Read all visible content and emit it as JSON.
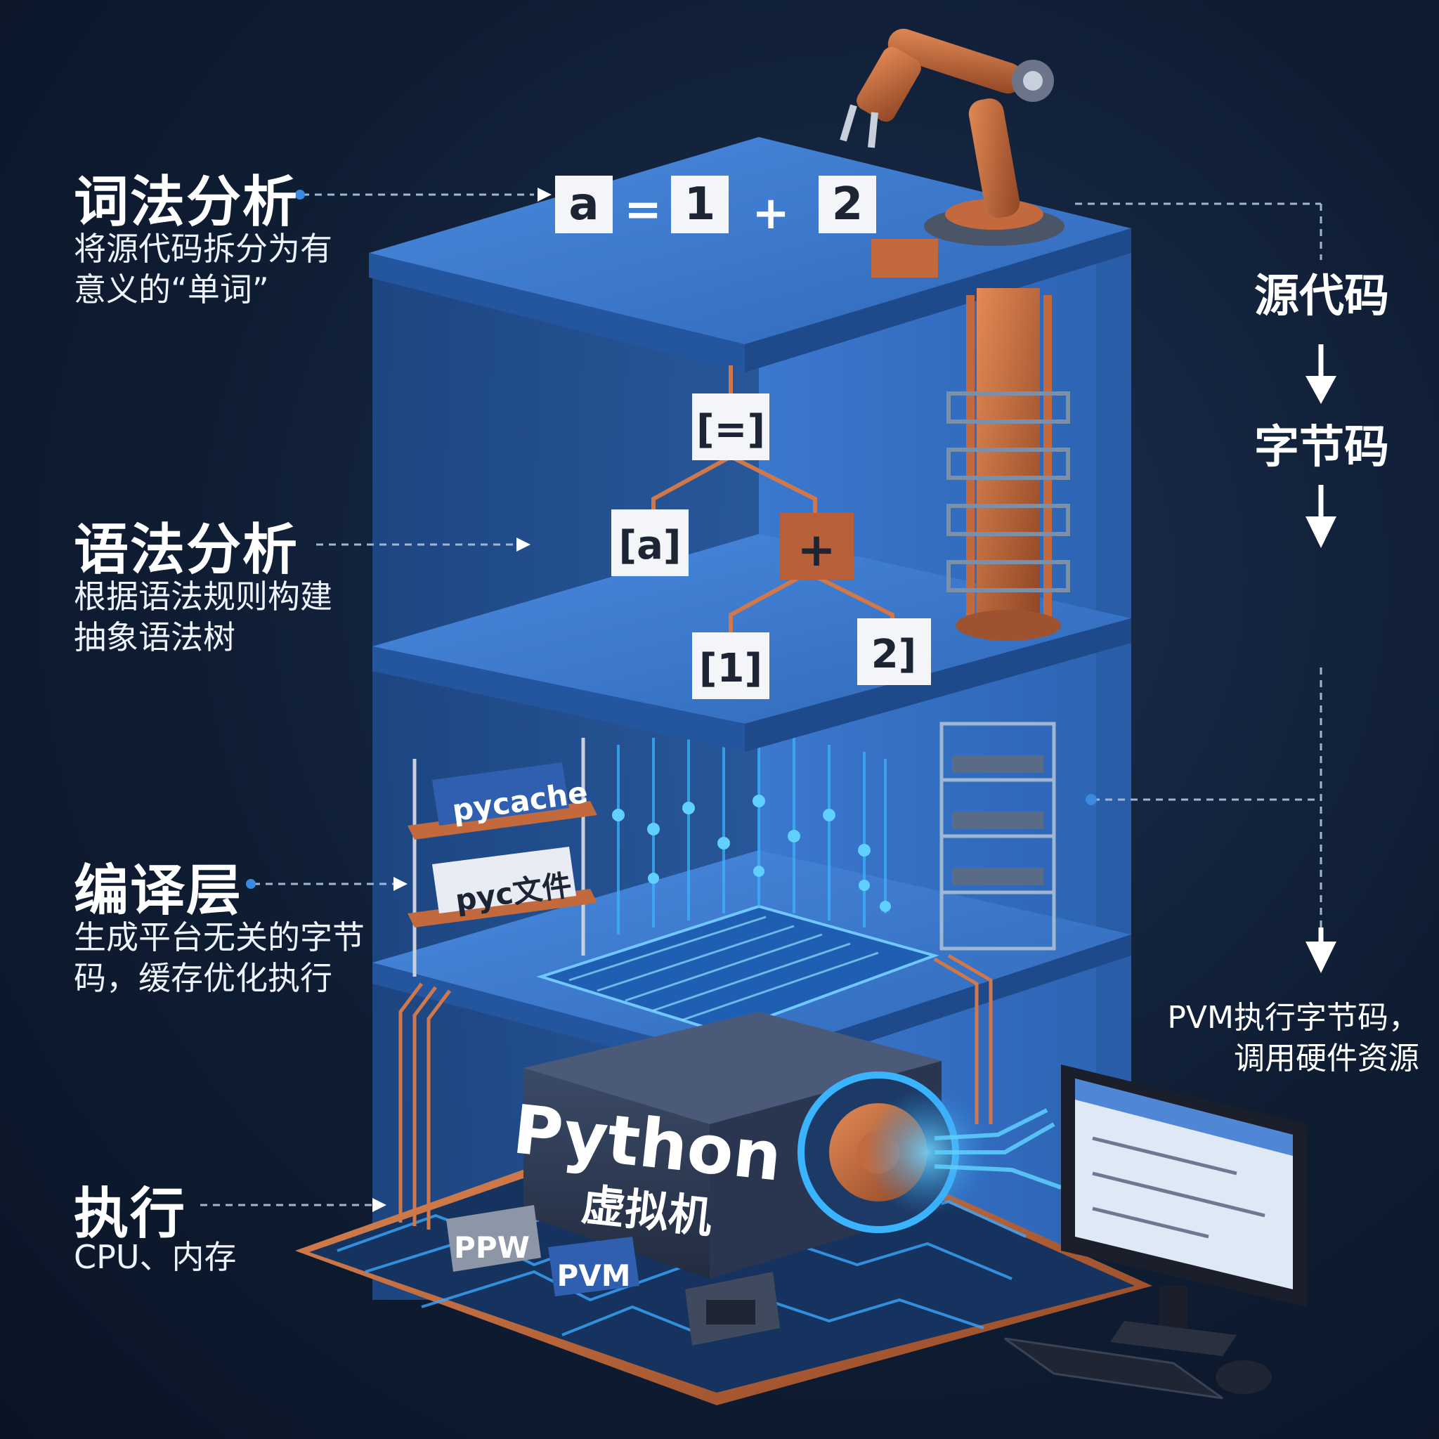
{
  "stages": [
    {
      "title": "词法分析",
      "desc": "将源代码拆分为有意义的“单词”"
    },
    {
      "title": "语法分析",
      "desc": "根据语法规则构建抽象语法树"
    },
    {
      "title": "编译层",
      "desc": "生成平台无关的字节码，缓存优化执行"
    },
    {
      "title": "执行",
      "desc": "CPU、内存"
    }
  ],
  "flow": {
    "source": "源代码",
    "bytecode": "字节码",
    "execute_note": "PVM执行字节码，调用硬件资源"
  },
  "tokens": [
    "a",
    "=",
    "1",
    "+",
    "2"
  ],
  "ast_nodes": {
    "root": "[=]",
    "left": "[a]",
    "op": "+",
    "n1": "[1]",
    "n2": "2]"
  },
  "cache": {
    "pycache": "pycache",
    "pyc": "pyc文件"
  },
  "vm": {
    "name": "Python",
    "sub": "虚拟机"
  },
  "chips": [
    "PPW",
    "PVM"
  ],
  "colors": {
    "platform": "#3d7dd3",
    "copper": "#c26a3d",
    "background": "#0f1d33",
    "glow": "#39b8ff"
  }
}
